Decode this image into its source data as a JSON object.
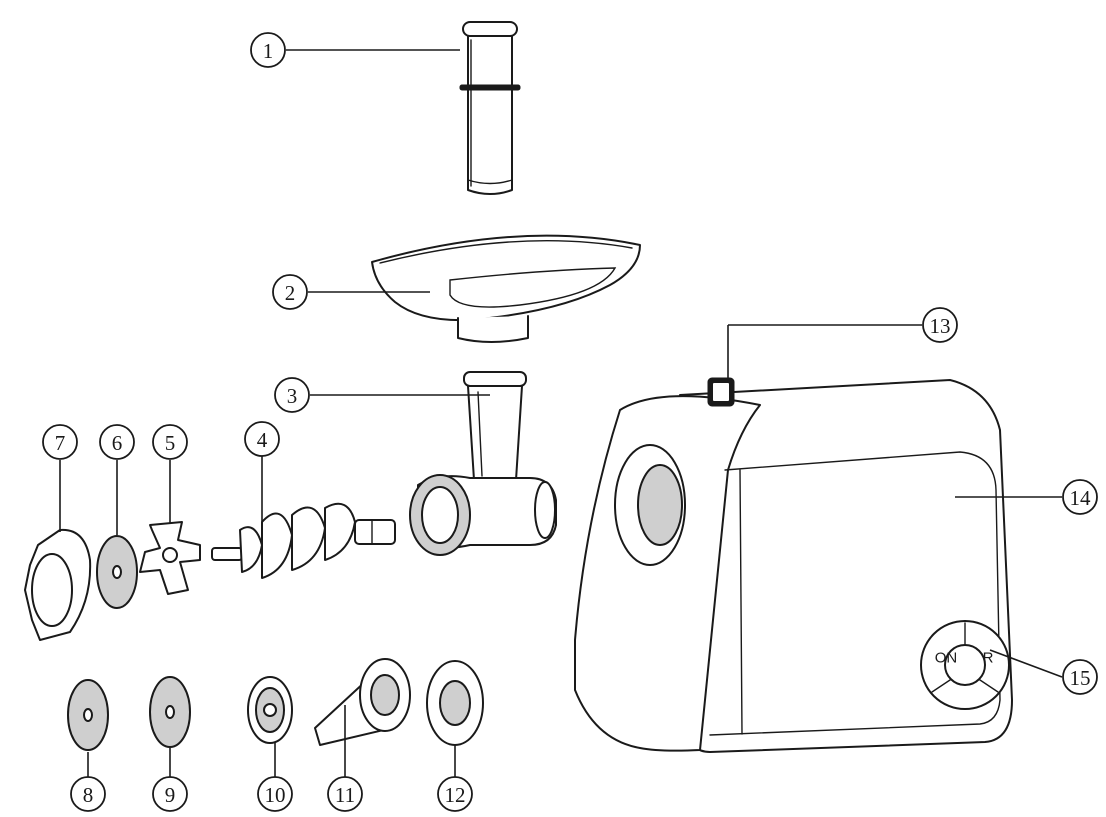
{
  "callouts": [
    {
      "id": "1",
      "label": "1"
    },
    {
      "id": "2",
      "label": "2"
    },
    {
      "id": "3",
      "label": "3"
    },
    {
      "id": "4",
      "label": "4"
    },
    {
      "id": "5",
      "label": "5"
    },
    {
      "id": "6",
      "label": "6"
    },
    {
      "id": "7",
      "label": "7"
    },
    {
      "id": "8",
      "label": "8"
    },
    {
      "id": "9",
      "label": "9"
    },
    {
      "id": "10",
      "label": "10"
    },
    {
      "id": "11",
      "label": "11"
    },
    {
      "id": "12",
      "label": "12"
    },
    {
      "id": "13",
      "label": "13"
    },
    {
      "id": "14",
      "label": "14"
    },
    {
      "id": "15",
      "label": "15"
    }
  ],
  "control_panel": {
    "on_label": "ON",
    "reverse_label": "R"
  }
}
